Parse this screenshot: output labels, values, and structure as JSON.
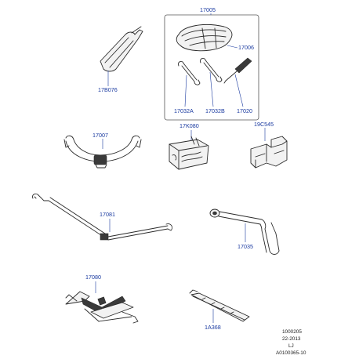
{
  "diagram": {
    "parts": {
      "p17005": "17005",
      "p17006": "17006",
      "p17032a": "17032A",
      "p17032b": "17032B",
      "p17020": "17020",
      "p17b076": "17B076",
      "p17007": "17007",
      "p17k080": "17K080",
      "p19c545": "19C545",
      "p17081": "17081",
      "p17035": "17035",
      "p17080": "17080",
      "p1a368": "1A368"
    },
    "reference": {
      "line1": "1000205",
      "line2": "22-2013",
      "line3": "LJ",
      "line4": "A0100365-10"
    },
    "colors": {
      "label": "#1a3aa0",
      "line": "#2a2a2a"
    }
  }
}
